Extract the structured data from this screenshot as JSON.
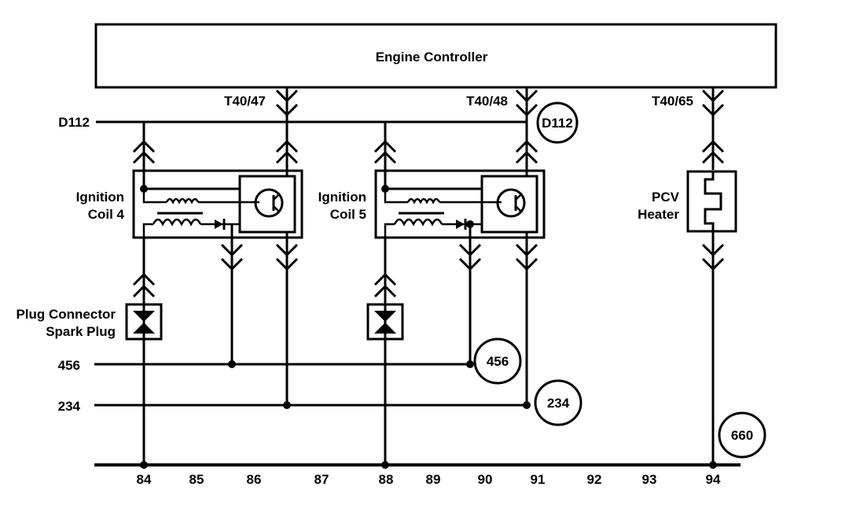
{
  "controller": {
    "label": "Engine Controller"
  },
  "connectors": {
    "t40_47": "T40/47",
    "t40_48": "T40/48",
    "t40_65": "T40/65"
  },
  "buses": {
    "d112": "D112",
    "b456": "456",
    "b234": "234"
  },
  "refs": {
    "d112": "D112",
    "r456": "456",
    "r234": "234",
    "r660": "660"
  },
  "components": {
    "coil4": {
      "line1": "Ignition",
      "line2": "Coil 4"
    },
    "coil5": {
      "line1": "Ignition",
      "line2": "Coil 5"
    },
    "pcv": {
      "line1": "PCV",
      "line2": "Heater"
    },
    "plug": {
      "line1": "Plug Connector",
      "line2": "Spark Plug"
    }
  },
  "grid_numbers": [
    "84",
    "85",
    "86",
    "87",
    "88",
    "89",
    "90",
    "91",
    "92",
    "93",
    "94"
  ],
  "colors": {
    "line": "#000000",
    "background": "#ffffff"
  }
}
